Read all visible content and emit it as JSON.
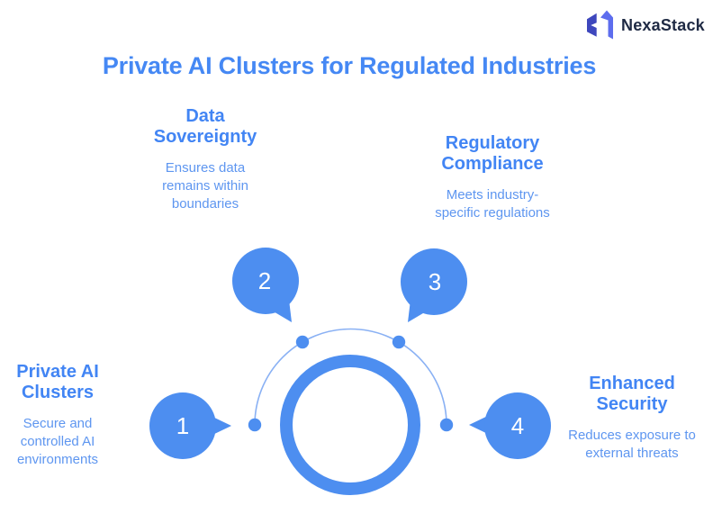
{
  "brand": {
    "name": "NexaStack",
    "icon": "nexastack-mark-icon"
  },
  "title": {
    "text": "Private AI Clusters for Regulated Industries"
  },
  "diagram": {
    "type": "cycle-hub-infographic",
    "items": [
      {
        "number": "1",
        "heading": "Private AI Clusters",
        "description": "Secure and controlled AI environments",
        "position": "left"
      },
      {
        "number": "2",
        "heading": "Data Sovereignty",
        "description": "Ensures data remains within boundaries",
        "position": "top-left"
      },
      {
        "number": "3",
        "heading": "Regulatory Compliance",
        "description": "Meets industry-specific regulations",
        "position": "top-right"
      },
      {
        "number": "4",
        "heading": "Enhanced Security",
        "description": "Reduces exposure to external threats",
        "position": "right"
      }
    ]
  },
  "colors": {
    "accent": "#4D8EF0",
    "connector_arc": "#8AB1F4",
    "heading_text": "#4285F4",
    "body_text": "#5E96F0",
    "title_text": "#4588F4",
    "number_text": "#FFFFFF",
    "logo_text": "#1F2A44",
    "logo_mark_dark": "#3E47BD",
    "logo_mark_light": "#5D6DEE"
  }
}
